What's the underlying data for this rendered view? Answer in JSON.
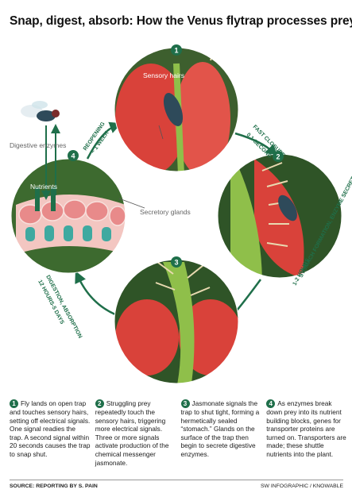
{
  "title": "Snap, digest, absorb: How the Venus flytrap processes prey",
  "labels": {
    "sensory_hairs": "Sensory hairs",
    "nutrients": "Nutrients",
    "digestive_enzymes": "Digestive enzymes",
    "secretory_glands": "Secretory glands"
  },
  "arcs": {
    "fast_closure": "FAST CLOSURE",
    "fast_closure_time": "0.1 SECOND",
    "stomach": "STOMACH FORMATION, ENZYME SECRETION",
    "stomach_time": "1-2 HOURS",
    "digestion": "DIGESTION, ABSORPTION",
    "digestion_time": "12 HOURS-5 DAYS",
    "reopening": "REOPENING",
    "reopening_time": "~ 1 WEEK"
  },
  "markers": [
    "1",
    "2",
    "3",
    "4"
  ],
  "steps": [
    {
      "n": "1",
      "text": "Fly lands on open trap and touches sensory hairs, setting off electrical signals. One signal readies the trap. A second signal within 20 seconds causes the trap to snap shut."
    },
    {
      "n": "2",
      "text": "Struggling prey repeatedly touch the sensory hairs, triggering more electrical signals. Three or more signals activate production of the chemical messenger jasmonate."
    },
    {
      "n": "3",
      "text": "Jasmonate signals the trap to shut tight, forming a hermetically sealed “stomach.” Glands on the surface of the trap then begin to secrete digestive enzymes."
    },
    {
      "n": "4",
      "text": "As enzymes break down prey into its nutrient building blocks, genes for transporter proteins are turned on. Transporters are made; these shuttle nutrients into the plant."
    }
  ],
  "source": "SOURCE: REPORTING BY S. PAIN",
  "credit": "SW INFOGRAPHIC / KNOWABLE",
  "colors": {
    "accent": "#1f6f4a",
    "leaf": "#7cb342",
    "trap_red": "#d9423a"
  }
}
